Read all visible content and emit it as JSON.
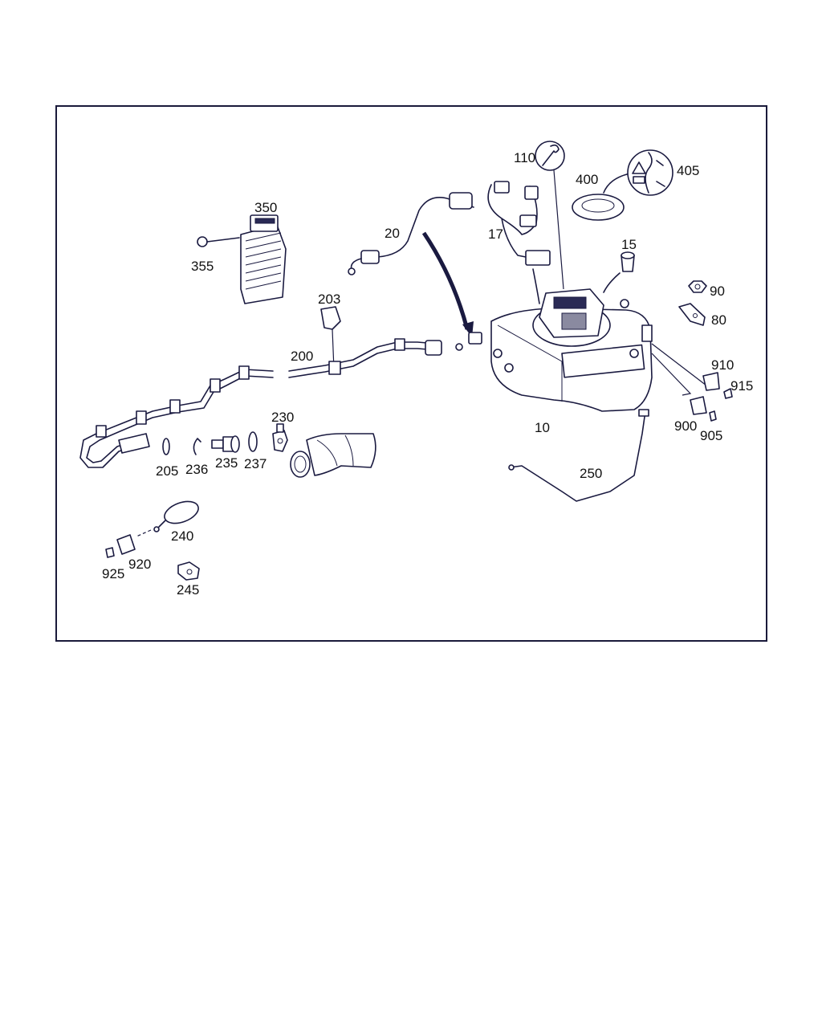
{
  "labels": {
    "p10": "10",
    "p15": "15",
    "p17": "17",
    "p20": "20",
    "p80": "80",
    "p90": "90",
    "p110": "110",
    "p200": "200",
    "p203": "203",
    "p205": "205",
    "p230": "230",
    "p235": "235",
    "p236": "236",
    "p237": "237",
    "p240": "240",
    "p245": "245",
    "p250": "250",
    "p350": "350",
    "p355": "355",
    "p400": "400",
    "p405": "405",
    "p900": "900",
    "p905": "905",
    "p910": "910",
    "p915": "915",
    "p920": "920",
    "p925": "925"
  },
  "colors": {
    "line": "#1a1a40",
    "frame": "#1a1a3a",
    "background": "#ffffff"
  }
}
